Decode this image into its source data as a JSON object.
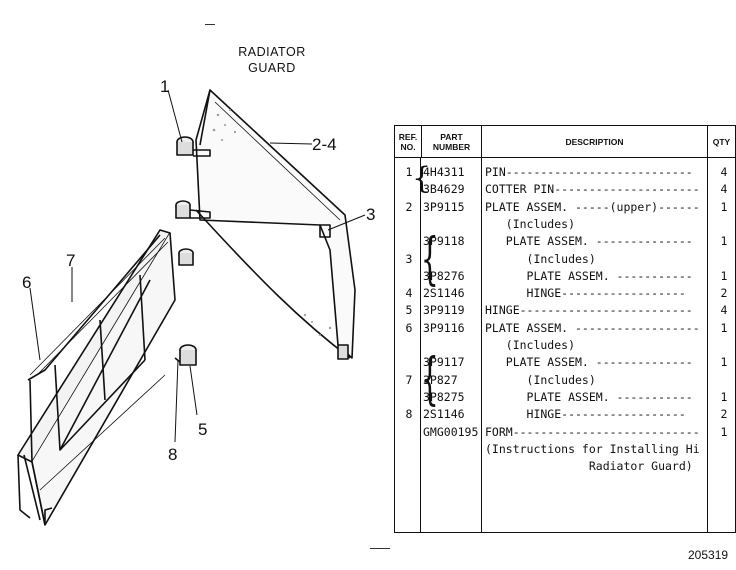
{
  "title": {
    "line1": "RADIATOR",
    "line2": "GUARD"
  },
  "callouts": [
    "1",
    "2-4",
    "3",
    "6",
    "7",
    "5",
    "8"
  ],
  "table": {
    "headers": {
      "ref": "REF. NO.",
      "part": "PART NUMBER",
      "desc": "DESCRIPTION",
      "qty": "QTY"
    },
    "rows": [
      {
        "ref": "1",
        "part": "4H4311",
        "desc": "PIN---------------------------",
        "qty": "4"
      },
      {
        "ref": "",
        "part": "3B4629",
        "desc": "COTTER PIN---------------------",
        "qty": "4"
      },
      {
        "ref": "2",
        "part": "3P9115",
        "desc": "PLATE ASSEM. -----(upper)--------",
        "qty": "1"
      },
      {
        "ref": "",
        "part": "",
        "desc": "   (Includes)",
        "qty": ""
      },
      {
        "ref": "",
        "part": "3P9118",
        "desc": "   PLATE ASSEM. --------------",
        "qty": "1"
      },
      {
        "ref": "3",
        "part": "",
        "desc": "      (Includes)",
        "qty": ""
      },
      {
        "ref": "",
        "part": "3P8276",
        "desc": "      PLATE ASSEM. -----------",
        "qty": "1"
      },
      {
        "ref": "4",
        "part": "2S1146",
        "desc": "      HINGE------------------",
        "qty": "2"
      },
      {
        "ref": "5",
        "part": "3P9119",
        "desc": "HINGE-------------------------",
        "qty": "4"
      },
      {
        "ref": "6",
        "part": "3P9116",
        "desc": "PLATE ASSEM. ------------------",
        "qty": "1"
      },
      {
        "ref": "",
        "part": "",
        "desc": "   (Includes)",
        "qty": ""
      },
      {
        "ref": "",
        "part": "3P9117",
        "desc": "   PLATE ASSEM. --------------",
        "qty": "1"
      },
      {
        "ref": "7",
        "part": "3P827",
        "desc": "      (Includes)",
        "qty": ""
      },
      {
        "ref": "",
        "part": "3P8275",
        "desc": "      PLATE ASSEM. -----------",
        "qty": "1"
      },
      {
        "ref": "8",
        "part": "2S1146",
        "desc": "      HINGE------------------",
        "qty": "2"
      },
      {
        "ref": "",
        "part": "GMG00195",
        "desc": "FORM---------------------------",
        "qty": "1"
      },
      {
        "ref": "",
        "part": "",
        "desc": "(Instructions for Installing Hinged",
        "qty": ""
      },
      {
        "ref": "",
        "part": "",
        "desc": "               Radiator Guard)",
        "qty": ""
      }
    ]
  },
  "figure_number": "205319"
}
